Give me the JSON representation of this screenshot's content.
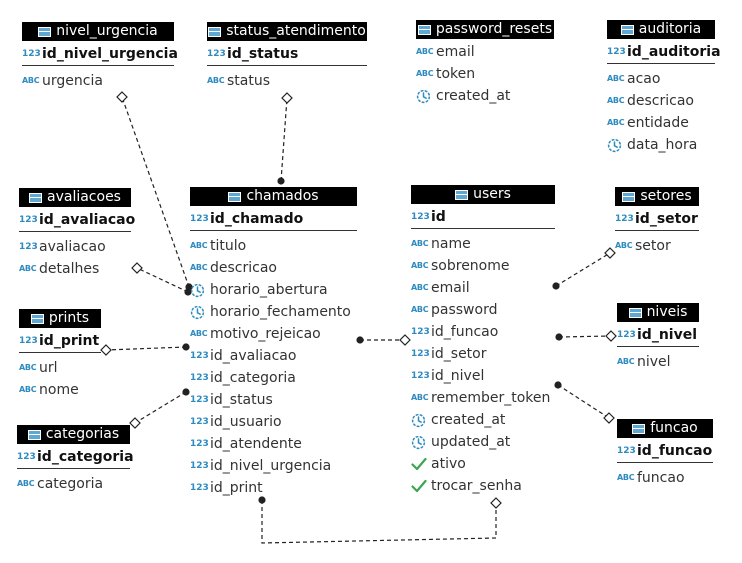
{
  "icons": {
    "num": "123",
    "text": "ABC",
    "table": "table-icon",
    "datetime": "clock-icon",
    "boolean": "check-icon"
  },
  "colors": {
    "header_bg": "#000000",
    "header_text": "#ffffff",
    "type_icon": "#2e8bc0",
    "datetime_icon": "#2e8bc0",
    "boolean_icon": "#3aa651",
    "link": "#222222"
  },
  "entities": {
    "nivel_urgencia": {
      "name": "nivel_urgencia",
      "pk": {
        "type": "num",
        "name": "id_nivel_urgencia"
      },
      "cols": [
        {
          "type": "text",
          "name": "urgencia"
        }
      ]
    },
    "status_atendimento": {
      "name": "status_atendimento",
      "pk": {
        "type": "num",
        "name": "id_status"
      },
      "cols": [
        {
          "type": "text",
          "name": "status"
        }
      ]
    },
    "password_resets": {
      "name": "password_resets",
      "cols": [
        {
          "type": "text",
          "name": "email"
        },
        {
          "type": "text",
          "name": "token"
        },
        {
          "type": "datetime",
          "name": "created_at"
        }
      ]
    },
    "auditoria": {
      "name": "auditoria",
      "pk": {
        "type": "num",
        "name": "id_auditoria"
      },
      "cols": [
        {
          "type": "text",
          "name": "acao"
        },
        {
          "type": "text",
          "name": "descricao"
        },
        {
          "type": "text",
          "name": "entidade"
        },
        {
          "type": "datetime",
          "name": "data_hora"
        }
      ]
    },
    "avaliacoes": {
      "name": "avaliacoes",
      "pk": {
        "type": "num",
        "name": "id_avaliacao"
      },
      "cols": [
        {
          "type": "num",
          "name": "avaliacao"
        },
        {
          "type": "text",
          "name": "detalhes"
        }
      ]
    },
    "chamados": {
      "name": "chamados",
      "pk": {
        "type": "num",
        "name": "id_chamado"
      },
      "cols": [
        {
          "type": "text",
          "name": "titulo"
        },
        {
          "type": "text",
          "name": "descricao"
        },
        {
          "type": "datetime",
          "name": "horario_abertura"
        },
        {
          "type": "datetime",
          "name": "horario_fechamento"
        },
        {
          "type": "text",
          "name": "motivo_rejeicao"
        },
        {
          "type": "num",
          "name": "id_avaliacao"
        },
        {
          "type": "num",
          "name": "id_categoria"
        },
        {
          "type": "num",
          "name": "id_status"
        },
        {
          "type": "num",
          "name": "id_usuario"
        },
        {
          "type": "num",
          "name": "id_atendente"
        },
        {
          "type": "num",
          "name": "id_nivel_urgencia"
        },
        {
          "type": "num",
          "name": "id_print"
        }
      ]
    },
    "users": {
      "name": "users",
      "pk": {
        "type": "num",
        "name": "id"
      },
      "cols": [
        {
          "type": "text",
          "name": "name"
        },
        {
          "type": "text",
          "name": "sobrenome"
        },
        {
          "type": "text",
          "name": "email"
        },
        {
          "type": "text",
          "name": "password"
        },
        {
          "type": "num",
          "name": "id_funcao"
        },
        {
          "type": "num",
          "name": "id_setor"
        },
        {
          "type": "num",
          "name": "id_nivel"
        },
        {
          "type": "text",
          "name": "remember_token"
        },
        {
          "type": "datetime",
          "name": "created_at"
        },
        {
          "type": "datetime",
          "name": "updated_at"
        },
        {
          "type": "boolean",
          "name": "ativo"
        },
        {
          "type": "boolean",
          "name": "trocar_senha"
        }
      ]
    },
    "setores": {
      "name": "setores",
      "pk": {
        "type": "num",
        "name": "id_setor"
      },
      "cols": [
        {
          "type": "text",
          "name": "setor"
        }
      ]
    },
    "prints": {
      "name": "prints",
      "pk": {
        "type": "num",
        "name": "id_print"
      },
      "cols": [
        {
          "type": "text",
          "name": "url"
        },
        {
          "type": "text",
          "name": "nome"
        }
      ]
    },
    "niveis": {
      "name": "niveis",
      "pk": {
        "type": "num",
        "name": "id_nivel"
      },
      "cols": [
        {
          "type": "text",
          "name": "nivel"
        }
      ]
    },
    "categorias": {
      "name": "categorias",
      "pk": {
        "type": "num",
        "name": "id_categoria"
      },
      "cols": [
        {
          "type": "text",
          "name": "categoria"
        }
      ]
    },
    "funcao": {
      "name": "funcao",
      "pk": {
        "type": "num",
        "name": "id_funcao"
      },
      "cols": [
        {
          "type": "text",
          "name": "funcao"
        }
      ]
    }
  },
  "relationships": [
    {
      "from": "chamados",
      "to": "nivel_urgencia"
    },
    {
      "from": "chamados",
      "to": "status_atendimento"
    },
    {
      "from": "chamados",
      "to": "avaliacoes"
    },
    {
      "from": "chamados",
      "to": "prints"
    },
    {
      "from": "chamados",
      "to": "categorias"
    },
    {
      "from": "chamados",
      "to": "users"
    },
    {
      "from": "chamados",
      "to": "users"
    },
    {
      "from": "users",
      "to": "setores"
    },
    {
      "from": "users",
      "to": "niveis"
    },
    {
      "from": "users",
      "to": "funcao"
    }
  ]
}
